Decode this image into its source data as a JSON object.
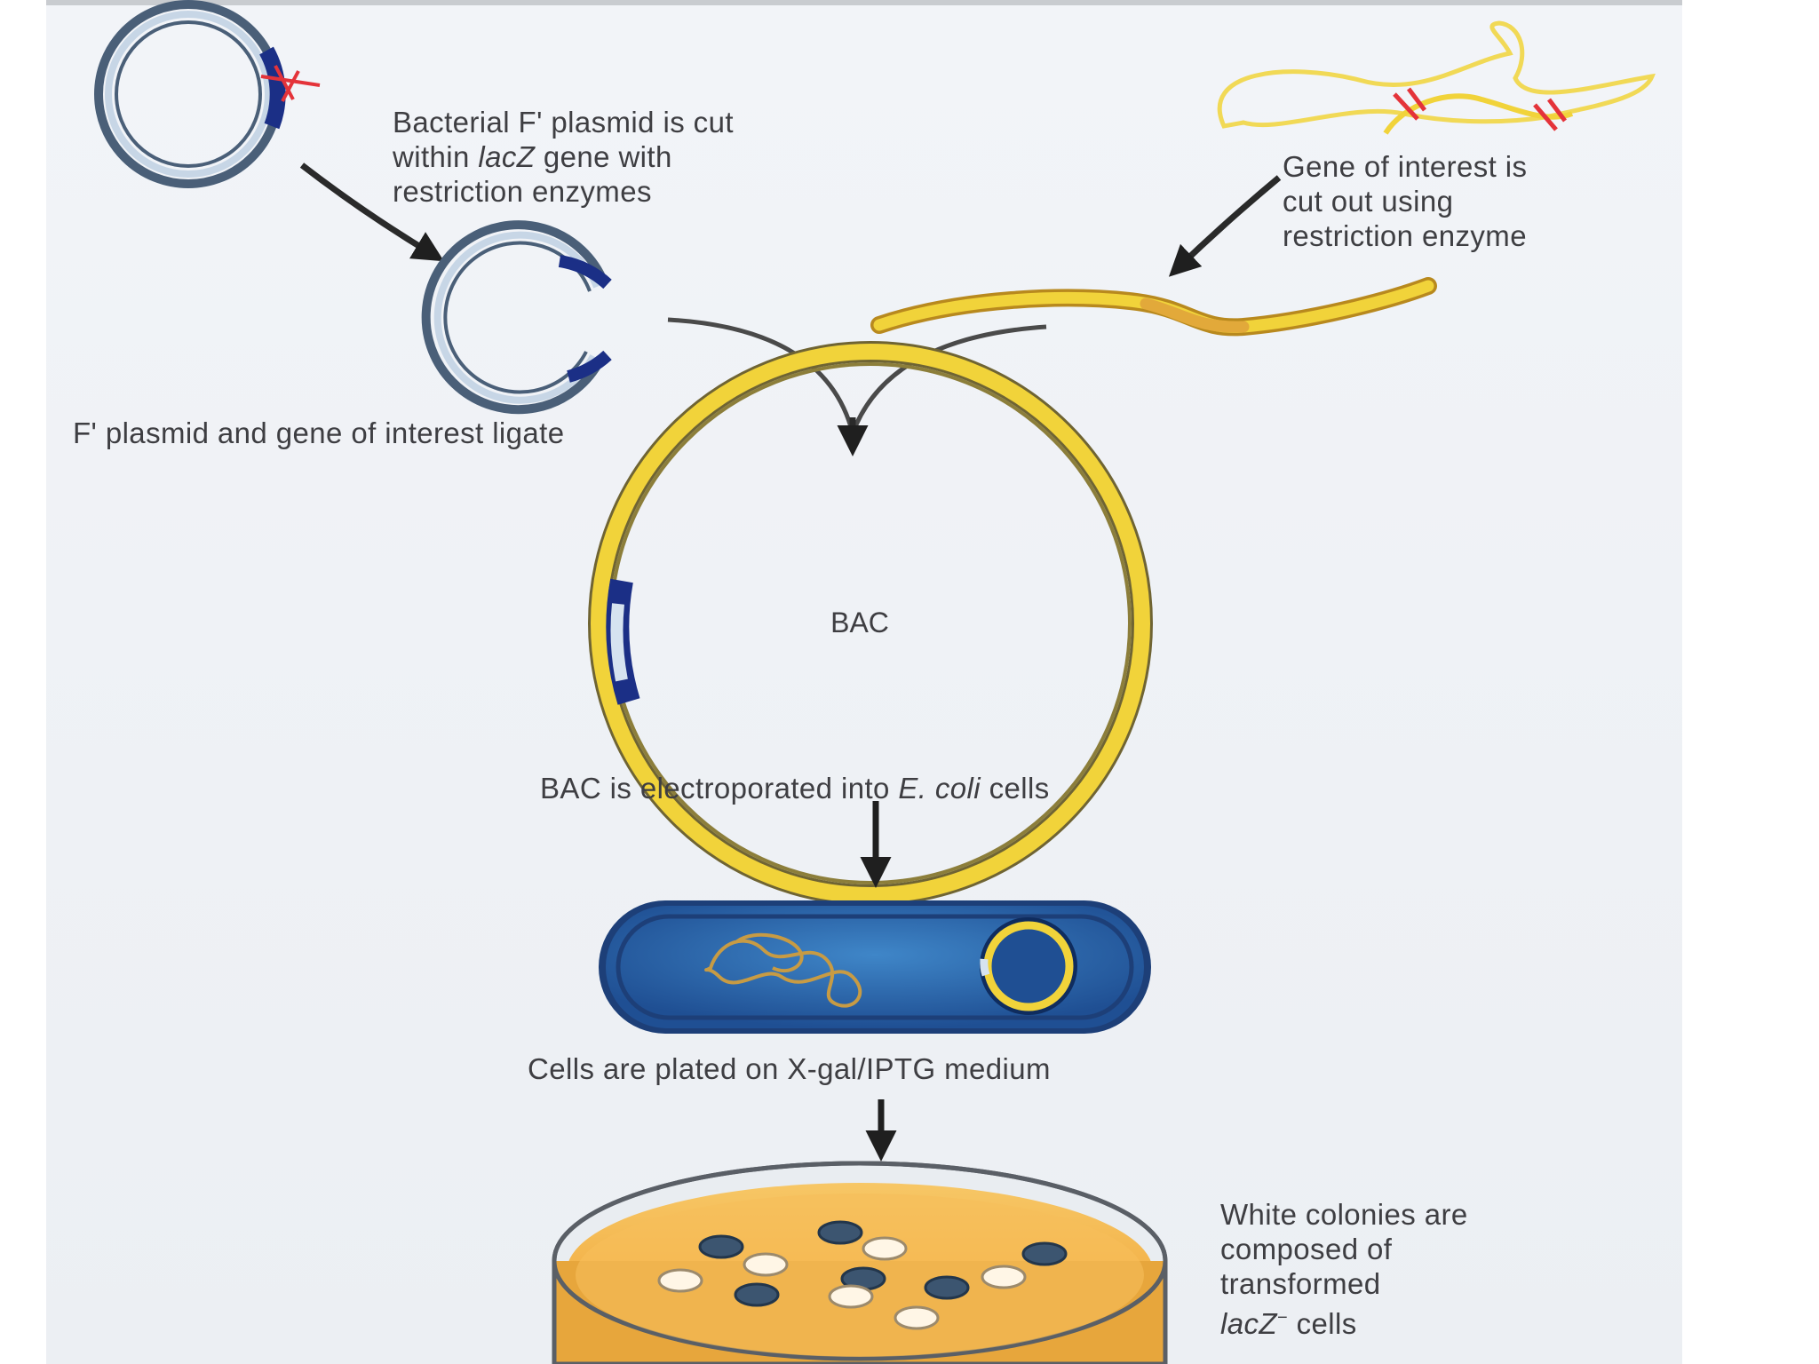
{
  "steps": {
    "cut_plasmid": {
      "line1": "Bacterial F' plasmid is cut",
      "line2_pre": "within ",
      "line2_em": "lacZ",
      "line2_post": " gene with",
      "line3": "restriction enzymes"
    },
    "cut_gene": {
      "line1": "Gene of interest is",
      "line2": "cut out using",
      "line3": "restriction enzyme"
    },
    "ligate": "F' plasmid and gene of interest ligate",
    "bac_label": "BAC",
    "electroporate": {
      "pre": "BAC is electroporated into ",
      "em": "E. coli",
      "post": " cells"
    },
    "plate": "Cells are plated on X-gal/IPTG medium",
    "colonies": {
      "line1": "White colonies are",
      "line2": "composed of",
      "line3": "transformed",
      "line4_em": "lacZ",
      "line4_sup": "−",
      "line4_post": "cells"
    }
  },
  "colors": {
    "plasmid_outline": "#4a5f78",
    "lacz_region": "#1b2f86",
    "gene_yellow": "#f1d33a",
    "gene_orange": "#e2a93a",
    "cell_blue": "#2e6fb3",
    "cell_dark": "#1d3f78",
    "agar": "#f3b84e",
    "arrow": "#1f1f1f",
    "cut_mark": "#e4333a"
  }
}
